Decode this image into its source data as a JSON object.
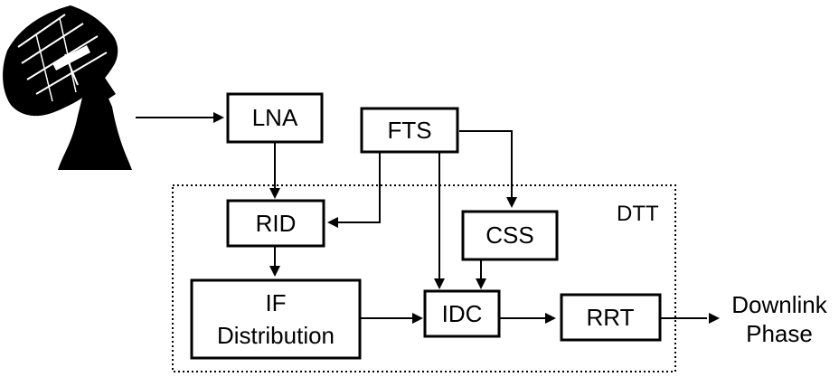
{
  "blocks": {
    "lna": "LNA",
    "fts": "FTS",
    "rid": "RID",
    "css": "CSS",
    "if_distribution_line1": "IF",
    "if_distribution_line2": "Distribution",
    "idc": "IDC",
    "rrt": "RRT"
  },
  "group_label": "DTT",
  "output_label": {
    "line1": "Downlink",
    "line2": "Phase"
  },
  "icons": {
    "antenna": "satellite-dish-antenna-icon"
  }
}
